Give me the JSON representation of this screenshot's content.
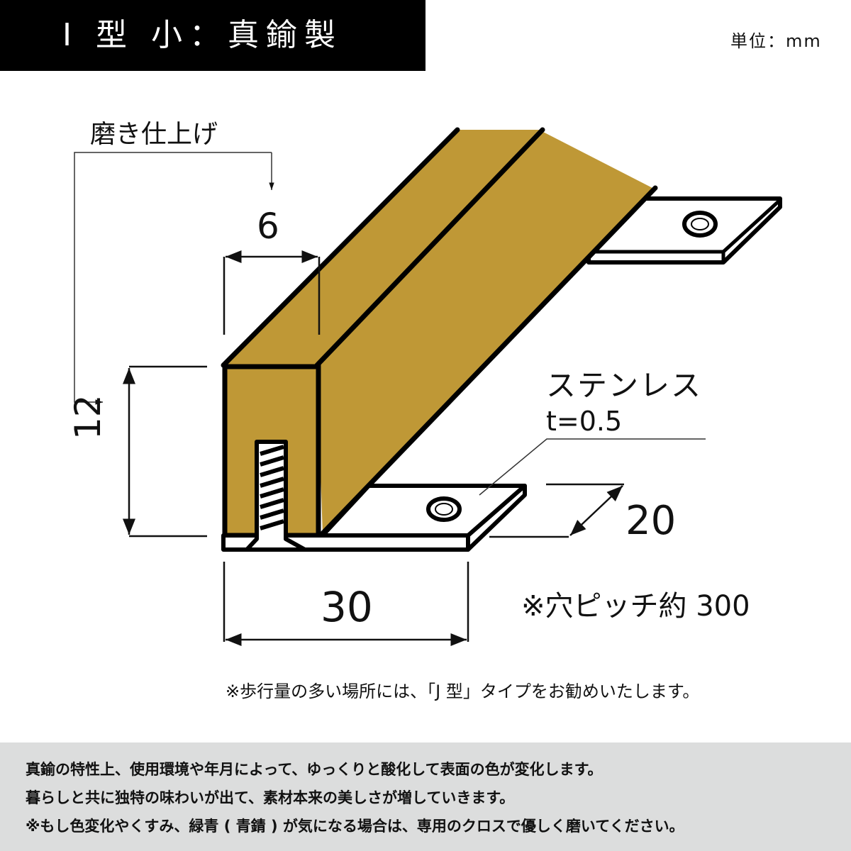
{
  "header": {
    "title": "I 型 小：真鍮製",
    "unit_label": "単位：mm"
  },
  "colors": {
    "brass": "#bf9836",
    "title_bg": "#000000",
    "notice_bg": "#dcdddd"
  },
  "diagram": {
    "finish_label": "磨き仕上げ",
    "width_dim": "6",
    "height_dim": "12",
    "material_label": "ステンレス",
    "thickness_label": "t=0.5",
    "plate_depth_dim": "20",
    "base_width_dim": "30",
    "hole_pitch_note": "※穴ピッチ約 300"
  },
  "recommendation": "※歩行量の多い場所には、「J 型」タイプをお勧めいたします。",
  "notice": {
    "lines": [
      "真鍮の特性上、使用環境や年月によって、ゆっくりと酸化して表面の色が変化します。",
      "暮らしと共に独特の味わいが出て、素材本来の美しさが増していきます。",
      "※もし色変化やくすみ、緑青 ( 青錆 ) が気になる場合は、専用のクロスで優しく磨いてください。"
    ]
  }
}
